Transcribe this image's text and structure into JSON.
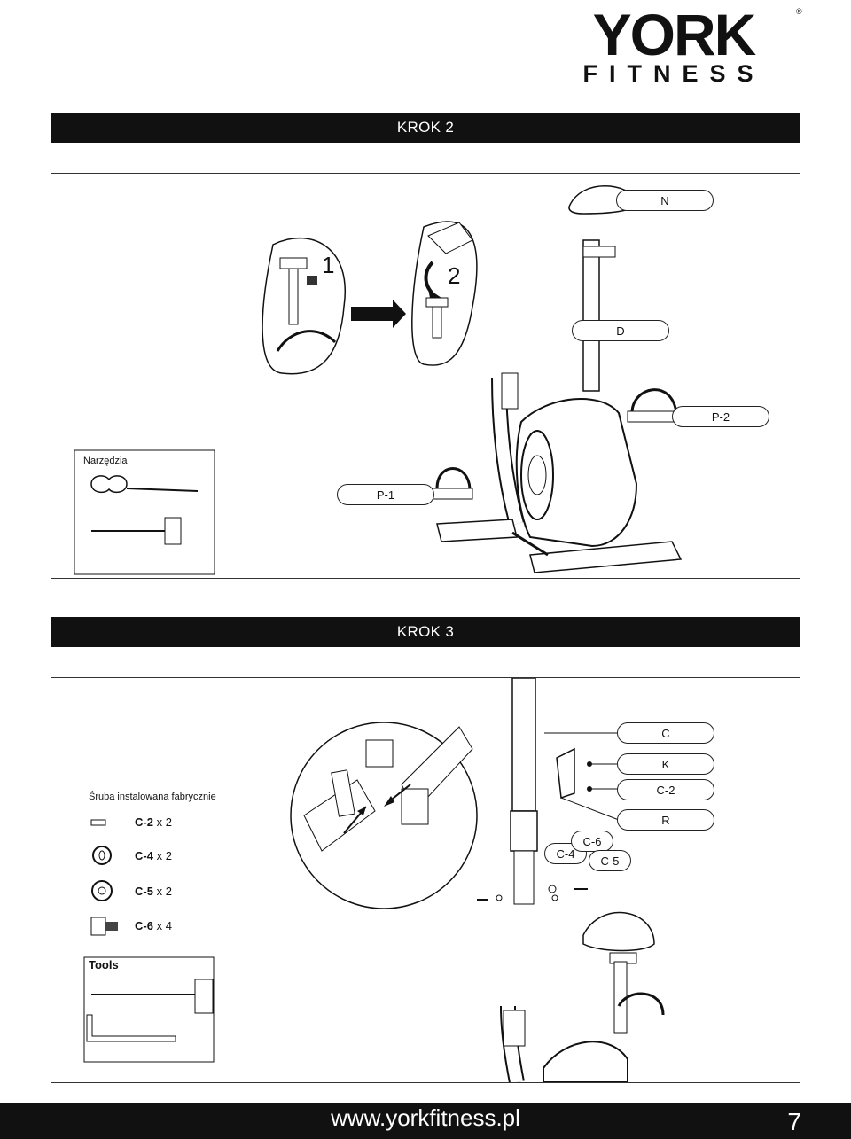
{
  "brand": {
    "name": "YORK",
    "sub": "FITNESS"
  },
  "steps": [
    {
      "title": "KROK 2"
    },
    {
      "title": "KROK 3"
    }
  ],
  "krok2": {
    "tools_label": "Narzędzia",
    "callouts": {
      "n": "N",
      "d": "D",
      "p1": "P-1",
      "p2": "P-2"
    },
    "seq": {
      "one": "1",
      "two": "2"
    }
  },
  "krok3": {
    "heading": "Śruba instalowana fabrycznie",
    "parts": [
      {
        "code": "C-2",
        "qty": "x 2"
      },
      {
        "code": "C-4",
        "qty": "x 2"
      },
      {
        "code": "C-5",
        "qty": "x 2"
      },
      {
        "code": "C-6",
        "qty": "x 4"
      }
    ],
    "tools_label": "Tools",
    "callouts": {
      "c": "C",
      "k": "K",
      "c2": "C-2",
      "r": "R",
      "c4": "C-4",
      "c6": "C-6",
      "c5": "C-5"
    }
  },
  "footer": {
    "url": "www.yorkfitness.pl",
    "page": "7"
  }
}
